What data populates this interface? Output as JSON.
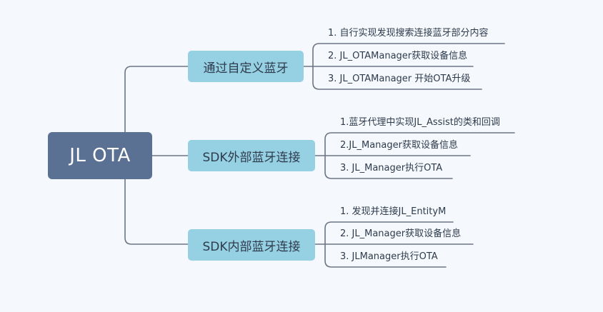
{
  "root": {
    "label": "JL OTA"
  },
  "branches": [
    {
      "label": "通过自定义蓝牙",
      "items": [
        "1. 自行实现发现搜索连接蓝牙部分内容",
        "2. JL_OTAManager获取设备信息",
        "3. JL_OTAManager 开始OTA升级"
      ]
    },
    {
      "label": "SDK外部蓝牙连接",
      "items": [
        "1.蓝牙代理中实现JL_Assist的类和回调",
        "2.JL_Manager获取设备信息",
        "3. JL_Manager执行OTA"
      ]
    },
    {
      "label": "SDK内部蓝牙连接",
      "items": [
        "1. 发现并连接JL_EntityM",
        "2. JL_Manager获取设备信息",
        "3. JLManager执行OTA"
      ]
    }
  ],
  "colors": {
    "background": "#f5f9fd",
    "root_fill": "#5a7194",
    "branch_fill": "#96d0e3",
    "connector": "#6b7584"
  }
}
